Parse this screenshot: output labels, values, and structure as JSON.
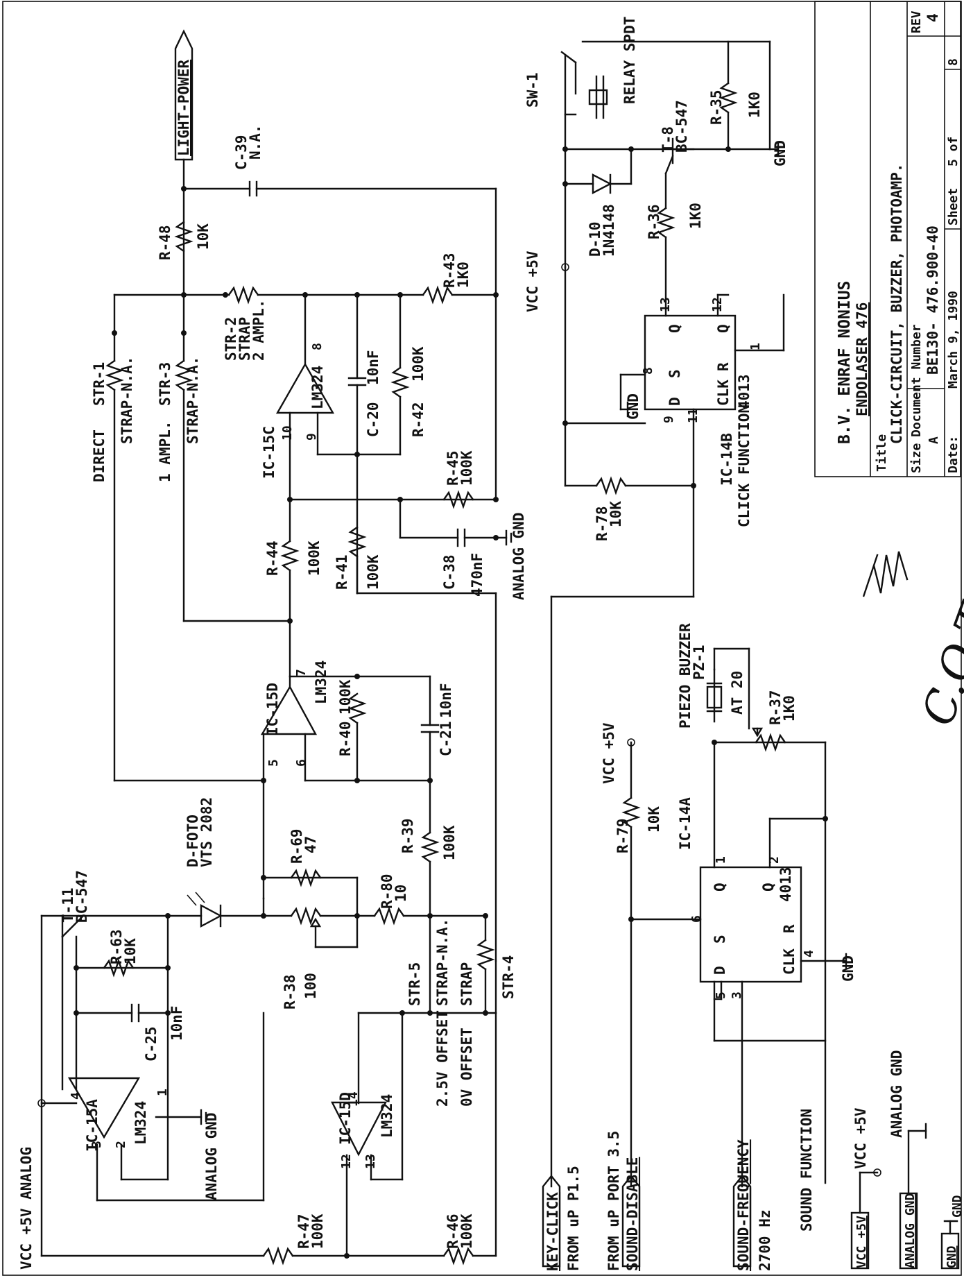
{
  "title_block": {
    "company": "B.V.  ENRAF NONIUS",
    "product": "ENDOLASER 476",
    "title_label": "Title",
    "title": "CLICK-CIRCUIT, BUZZER, PHOTOAMP.",
    "size_label": "Size",
    "size": "A",
    "docnum_label": "Document Number",
    "docnum": "BE130- 476.900-40",
    "rev_label": "REV",
    "rev": "4",
    "date_label": "Date:",
    "date": "March  9, 1990",
    "sheet_label": "Sheet",
    "sheet": "5  of",
    "sheet_total": "8"
  },
  "signature": "C.O.T",
  "ports": {
    "light_power": "LIGHT-POWER",
    "key_click": "KEY-CLICK",
    "key_click_note": "FROM uP P1.5",
    "sound_disable": "SOUND-DISABLE",
    "sound_disable_note": "FROM uP PORT 3.5",
    "sound_frequency": "SOUND-FREQUENCY",
    "sound_frequency_note": "2700 Hz",
    "vcc_5v": "VCC +5V",
    "analog_gnd": "ANALOG GND",
    "gnd": "GND"
  },
  "labels": {
    "vcc_analog": "VCC +5V ANALOG",
    "vcc_5v": "VCC +5V",
    "vcc_legend": "VCC +5V",
    "analog_gnd": "ANALOG GND",
    "analog_gnd_legend": "ANALOG GND",
    "gnd": "GND",
    "gnd2": "GND",
    "gnd3": "GND",
    "gnd4": "GND",
    "sound_function": "SOUND FUNCTION",
    "click_function": "CLICK FUNCTION",
    "offset_25": "2.5V OFFSET",
    "offset_0": "0V OFFSET",
    "direct": "DIRECT",
    "one_ampl": "1 AMPL.",
    "two_ampl": "2 AMPL.",
    "relay": "RELAY SPDT"
  },
  "components": {
    "ic15a": "IC-15A",
    "lm324": "LM324",
    "ic15d": "IC-15D",
    "ic15c": "IC-15C",
    "ic14a": "IC-14A",
    "ic14b": "IC-14B",
    "ic4013": "4013",
    "t11": "T-11",
    "t11v": "BC-547",
    "t8": "T-8",
    "t8v": "BC-547",
    "r63": "R-63",
    "r63v": "10K",
    "c25": "C-25",
    "c25v": "10nF",
    "dfoto": "D-FOTO",
    "dfotov": "VTS 2082",
    "r38": "R-38",
    "r38v": "100",
    "r69": "R-69",
    "r69v": "47",
    "r80": "R-80",
    "r80v": "10",
    "r39": "R-39",
    "r39v": "100K",
    "r40": "R-40",
    "r40v": "100K",
    "c21": "C-21",
    "c21v": "10nF",
    "r44": "R-44",
    "r44v": "100K",
    "r41": "R-41",
    "r41v": "100K",
    "c38": "C-38",
    "c38v": "470nF",
    "r45": "R-45",
    "r45v": "100K",
    "c20": "C-20",
    "c20v": "10nF",
    "r42": "R-42",
    "r42v": "100K",
    "r43": "R-43",
    "r43v": "1K0",
    "r48": "R-48",
    "r48v": "10K",
    "c39": "C-39",
    "c39v": "N.A.",
    "r47": "R-47",
    "r47v": "100K",
    "r46": "R-46",
    "r46v": "100K",
    "str1": "STR-1",
    "str1v": "STRAP-N.A.",
    "str2": "STR-2",
    "str2v": "STRAP",
    "str3": "STR-3",
    "str3v": "STRAP-N.A.",
    "str4": "STR-4",
    "str5": "STR-5",
    "str5v": "STRAP-N.A.",
    "strap": "STRAP",
    "r79": "R-79",
    "r79v": "10K",
    "pz1": "PZ-1",
    "piezo": "PIEZO BUZZER",
    "pz1v": "AT 20",
    "r37": "R-37",
    "r37v": "1K0",
    "r78": "R-78",
    "r78v": "10K",
    "r36": "R-36",
    "r36v": "1K0",
    "r35": "R-35",
    "r35v": "1K0",
    "d10": "D-10",
    "d10v": "1N4148",
    "sw1": "SW-1"
  },
  "pins": {
    "p1": "1",
    "p2": "2",
    "p3": "3",
    "p4": "4",
    "p5": "5",
    "p6": "6",
    "p7": "7",
    "p8": "8",
    "p9": "9",
    "p10": "10",
    "p11": "11",
    "p12": "12",
    "p13": "13",
    "p14": "14"
  },
  "ff": {
    "d": "D",
    "s": "S",
    "q": "Q",
    "qb": "Q",
    "r": "R",
    "clk": "CLK"
  }
}
